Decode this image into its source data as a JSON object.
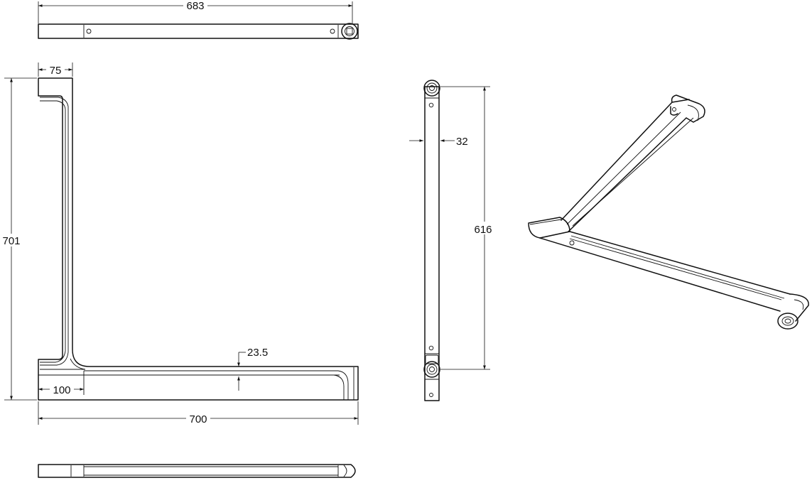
{
  "dimensions": {
    "top_length": "683",
    "flange_width": "75",
    "overall_height": "701",
    "bar_offset": "23.5",
    "bottom_inset": "100",
    "overall_length": "700",
    "side_thickness": "32",
    "side_length": "616"
  },
  "colors": {
    "line": "#111111",
    "background": "#ffffff"
  }
}
